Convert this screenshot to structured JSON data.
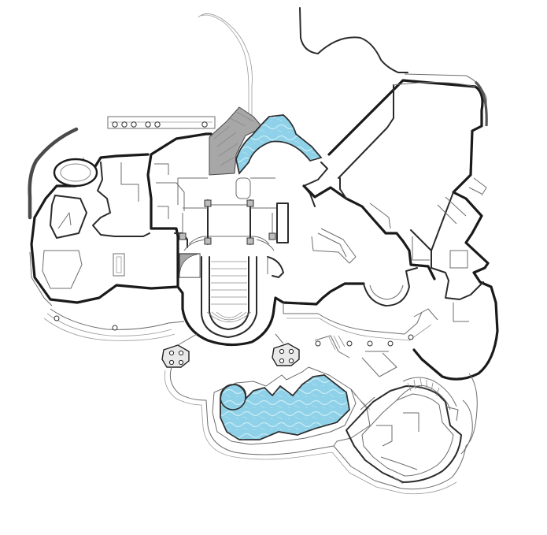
{
  "plan": {
    "colors": {
      "background": "#ffffff",
      "wall": "#1a1a1a",
      "pool_water": "#8fd1e8",
      "pool_ripple": "#c8ecf6",
      "stair_gray": "#a7a7a7",
      "column_gray": "#bdbdbd",
      "pier_fill": "#e9e9e9"
    },
    "features": {
      "upper_pool": "upper-pool",
      "lower_pool": "lower-pool",
      "spa": "spa",
      "grand_stair": "grand-stair",
      "entry_stair": "entry-stair",
      "rotunda": "rotunda-steps"
    }
  }
}
